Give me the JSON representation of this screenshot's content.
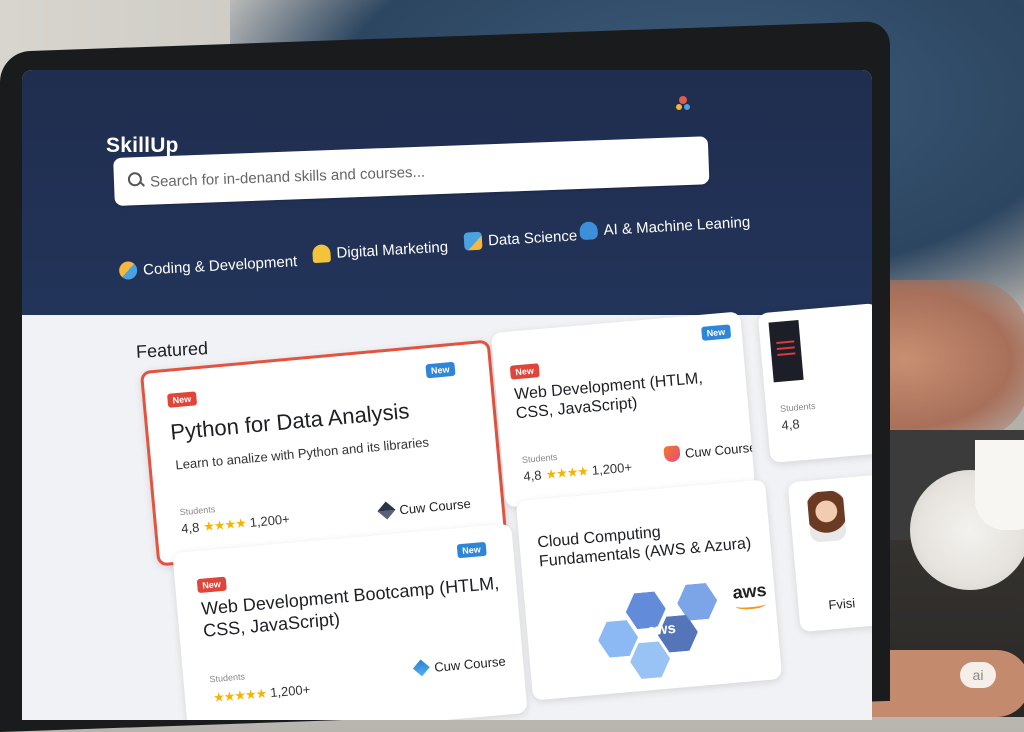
{
  "app": {
    "logo": "SkillUp"
  },
  "search": {
    "placeholder": "Search for in-denand skills and courses..."
  },
  "categories": [
    {
      "label": "Coding & Development",
      "icon": "code-icon"
    },
    {
      "label": "Digital Marketing",
      "icon": "marketing-icon"
    },
    {
      "label": "Data Science",
      "icon": "data-science-icon"
    },
    {
      "label": "AI & Machine Leaning",
      "icon": "ai-icon"
    }
  ],
  "featured": {
    "heading": "Featured"
  },
  "cards": [
    {
      "badge": "New",
      "title": "Python for Data Analysis",
      "description": "Learn to analize with Python and its libraries",
      "students_label": "Students",
      "rating": "4,8",
      "stars": "★★★★",
      "count": "1,200+",
      "provider": "Cuw Course",
      "highlighted": true
    },
    {
      "badge": "New",
      "title": "Web Development (HTLM, CSS, JavaScript)",
      "students_label": "Students",
      "rating": "4,8",
      "stars": "★★★★",
      "count": "1,200+",
      "provider": "Cuw Course"
    },
    {
      "badge": "New",
      "title": "Web Development Bootcamp (HTLM, CSS, JavaScript)",
      "students_label": "Students",
      "stars": "★★★★★",
      "count": "1,200+",
      "provider": "Cuw Course"
    },
    {
      "title": "Cloud Computing Fundamentals (AWS & Azura)",
      "graphic_text": "aws",
      "provider_logo": "aws"
    },
    {
      "students_label": "Students",
      "rating": "4,8"
    },
    {
      "title": "Fvisi"
    }
  ],
  "watermark": "ai",
  "colors": {
    "header": "#1f2d4e",
    "highlight": "#e4533f",
    "badge_red": "#e0453a",
    "badge_blue": "#2f86d8",
    "star": "#f5b400"
  }
}
